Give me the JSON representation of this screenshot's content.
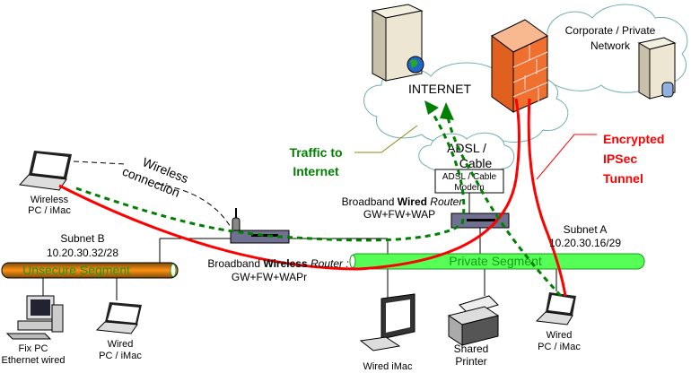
{
  "internet_cloud": {
    "label": "INTERNET"
  },
  "adsl_cloud": {
    "line1": "ADSL /",
    "line2": "Cable"
  },
  "modem": {
    "line1": "ADSL / Cable",
    "line2": "Modem"
  },
  "corporate_cloud": {
    "line1": "Corporate / Private",
    "line2": "Network"
  },
  "traffic_label": {
    "line1": "Traffic to",
    "line2": "Internet"
  },
  "tunnel_label": {
    "line1": "Encrypted",
    "line2": "IPSec",
    "line3": "Tunnel"
  },
  "wireless_pc": {
    "line1": "Wireless",
    "line2": "PC / iMac"
  },
  "wireless_connection": {
    "line1": "Wireless",
    "line2": "connection"
  },
  "subnet_b": {
    "line1": "Subnet B",
    "line2": "10.20.30.32/28"
  },
  "subnet_a": {
    "line1": "Subnet A",
    "line2": "10.20.30.16/29"
  },
  "unsecure_segment": {
    "label": "Unsecure Segment"
  },
  "private_segment": {
    "label": "Private Segment"
  },
  "wireless_router": {
    "pre": "Broadband ",
    "bold": "Wireless",
    "post": " Router :",
    "line2": "GW+FW+WAPr"
  },
  "wired_router": {
    "pre": "Broadband ",
    "bold": "Wired",
    "post": " Router",
    "line2": "GW+FW+WAP"
  },
  "fix_pc": {
    "line1": "Fix PC",
    "line2": "Ethernet wired"
  },
  "wired_pc_left": {
    "line1": "Wired",
    "line2": "PC / iMac"
  },
  "wired_imac": {
    "label": "Wired iMac"
  },
  "printer": {
    "line1": "Shared",
    "line2": "Printer"
  },
  "wired_pc_right": {
    "line1": "Wired",
    "line2": "PC / iMac"
  },
  "colors": {
    "tunnel": "#ff0000",
    "traffic": "#008000",
    "private_segment": "#55ff55",
    "unsecure_segment": "#f08a10",
    "firewall": "#f07030",
    "cloud_stroke": "#70b0b0"
  }
}
